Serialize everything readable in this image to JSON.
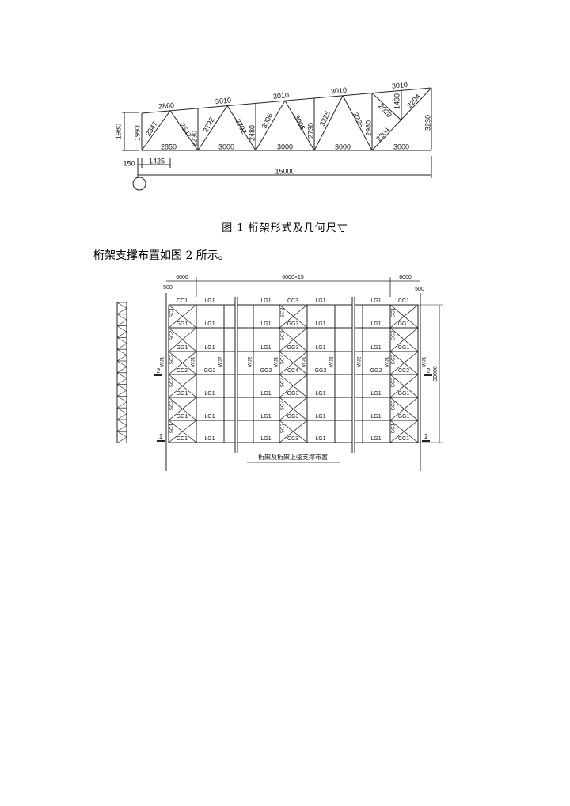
{
  "figure1": {
    "caption": "图 1 桁架形式及几何尺寸",
    "top_chord": [
      "2860",
      "3010",
      "3010",
      "3010",
      "3010"
    ],
    "bottom_chord": [
      "2850",
      "3000",
      "3000",
      "3000",
      "3000"
    ],
    "verticals": [
      "1993",
      "2230",
      "2480",
      "2730",
      "2980",
      "3230",
      "1490"
    ],
    "diagonals": [
      "2547",
      "2547",
      "2792",
      "2792",
      "3006",
      "3006",
      "3225",
      "3225",
      "2204",
      "2028",
      "2204"
    ],
    "dims": {
      "height": "1980",
      "offset": "150",
      "half_panel": "1425",
      "span": "15000"
    }
  },
  "paragraph": "桁架支撑布置如图 2 所示。",
  "figure2": {
    "title": "桁架及桁架上弦支撑布置",
    "dims": {
      "end_bay_left": "6000",
      "middle": "6000×15",
      "end_bay_right": "6000",
      "offset_left": "500",
      "offset_right": "500",
      "depth": "30000"
    },
    "row_labels": [
      [
        "CC1",
        "LG1",
        "LG1",
        "CC3",
        "LG1",
        "LG1",
        "CC1"
      ],
      [
        "GG1",
        "LG1",
        "LG1",
        "GG3",
        "LG1",
        "LG1",
        "GG1"
      ],
      [
        "GG1",
        "LG1",
        "LG1",
        "GG3",
        "LG1",
        "LG1",
        "GG1"
      ],
      [
        "CC2",
        "GG2",
        "GG2",
        "CC4",
        "GG2",
        "GG2",
        "CC2"
      ],
      [
        "GG1",
        "LG1",
        "LG1",
        "GG3",
        "LG1",
        "LG1",
        "GG1"
      ],
      [
        "GG1",
        "LG1",
        "LG1",
        "GG3",
        "LG1",
        "LG1",
        "GG1"
      ],
      [
        "CC1",
        "LG1",
        "LG1",
        "CC3",
        "LG1",
        "LG1",
        "CC1"
      ]
    ],
    "brace_labels": {
      "left": [
        "SC1",
        "SC2",
        "SC2",
        "SC2",
        "SC2",
        "SC1"
      ],
      "middle": [
        "SC3",
        "SC4",
        "SC4",
        "SC4",
        "SC4",
        "SC3"
      ],
      "right": [
        "SC1",
        "SC2",
        "SC2",
        "SC2",
        "SC2",
        "SC1"
      ]
    },
    "truss_labels": [
      "WJ1",
      "WJ1",
      "WJ2",
      "WJ2",
      "WJ1",
      "WJ1",
      "WJ2",
      "WJ2",
      "WJ1",
      "WJ1"
    ],
    "axis_labels": {
      "mid": "2",
      "bottom": "1"
    }
  }
}
